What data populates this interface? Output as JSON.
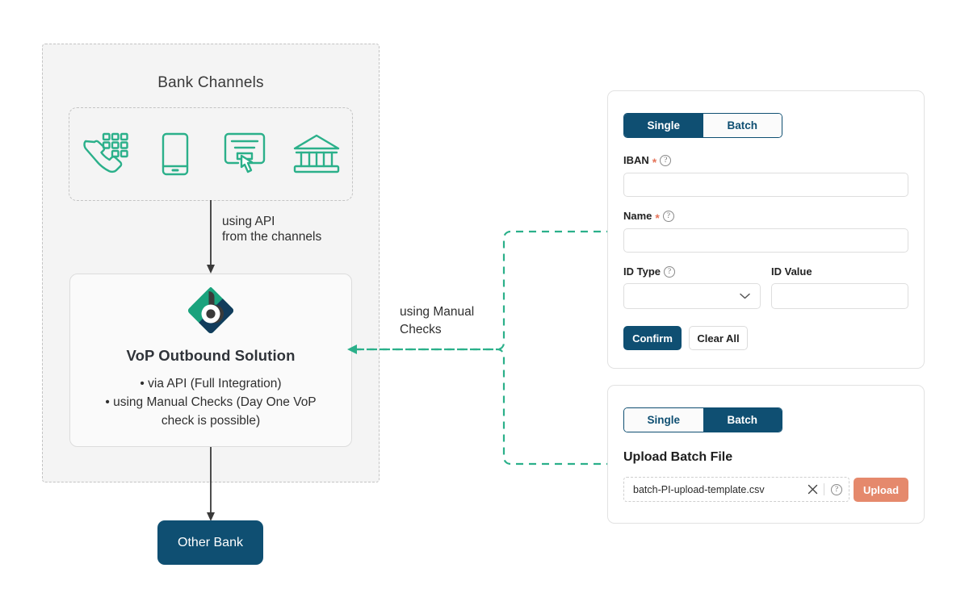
{
  "colors": {
    "navy": "#0f4f72",
    "teal": "#2bb08a",
    "salmon": "#e5896c",
    "panel_bg": "#f4f4f4",
    "arrow_gray": "#3a3a3a"
  },
  "diagram": {
    "bank_channels_title": "Bank Channels",
    "channel_icons": [
      {
        "name": "phone-keypad-icon",
        "label": "Phone"
      },
      {
        "name": "mobile-phone-icon",
        "label": "Mobile"
      },
      {
        "name": "online-banking-form-icon",
        "label": "Online"
      },
      {
        "name": "bank-branch-icon",
        "label": "Branch"
      }
    ],
    "api_connector_label": "using API\nfrom the channels",
    "manual_connector_label": "using Manual\nChecks",
    "vop": {
      "title": "VoP Outbound Solution",
      "bullets": [
        "•  via API (Full Integration)",
        "•  using Manual Checks (Day One VoP\ncheck is possible)"
      ],
      "logo_name": "vop-brand-logo"
    },
    "other_bank_label": "Other Bank"
  },
  "single_panel": {
    "toggle": {
      "single_label": "Single",
      "batch_label": "Batch",
      "selected": "Single"
    },
    "fields": {
      "iban": {
        "label": "IBAN",
        "required": true,
        "value": "",
        "placeholder": ""
      },
      "name": {
        "label": "Name",
        "required": true,
        "value": "",
        "placeholder": ""
      },
      "id_type": {
        "label": "ID Type",
        "required": false,
        "value": "",
        "placeholder": ""
      },
      "id_value": {
        "label": "ID Value",
        "required": false,
        "value": "",
        "placeholder": ""
      }
    },
    "buttons": {
      "confirm_label": "Confirm",
      "clear_label": "Clear All"
    },
    "help_glyph": "?"
  },
  "batch_panel": {
    "toggle": {
      "single_label": "Single",
      "batch_label": "Batch",
      "selected": "Batch"
    },
    "upload_heading": "Upload Batch File",
    "file_name": "batch-PI-upload-template.csv",
    "upload_button_label": "Upload",
    "help_glyph": "?"
  }
}
